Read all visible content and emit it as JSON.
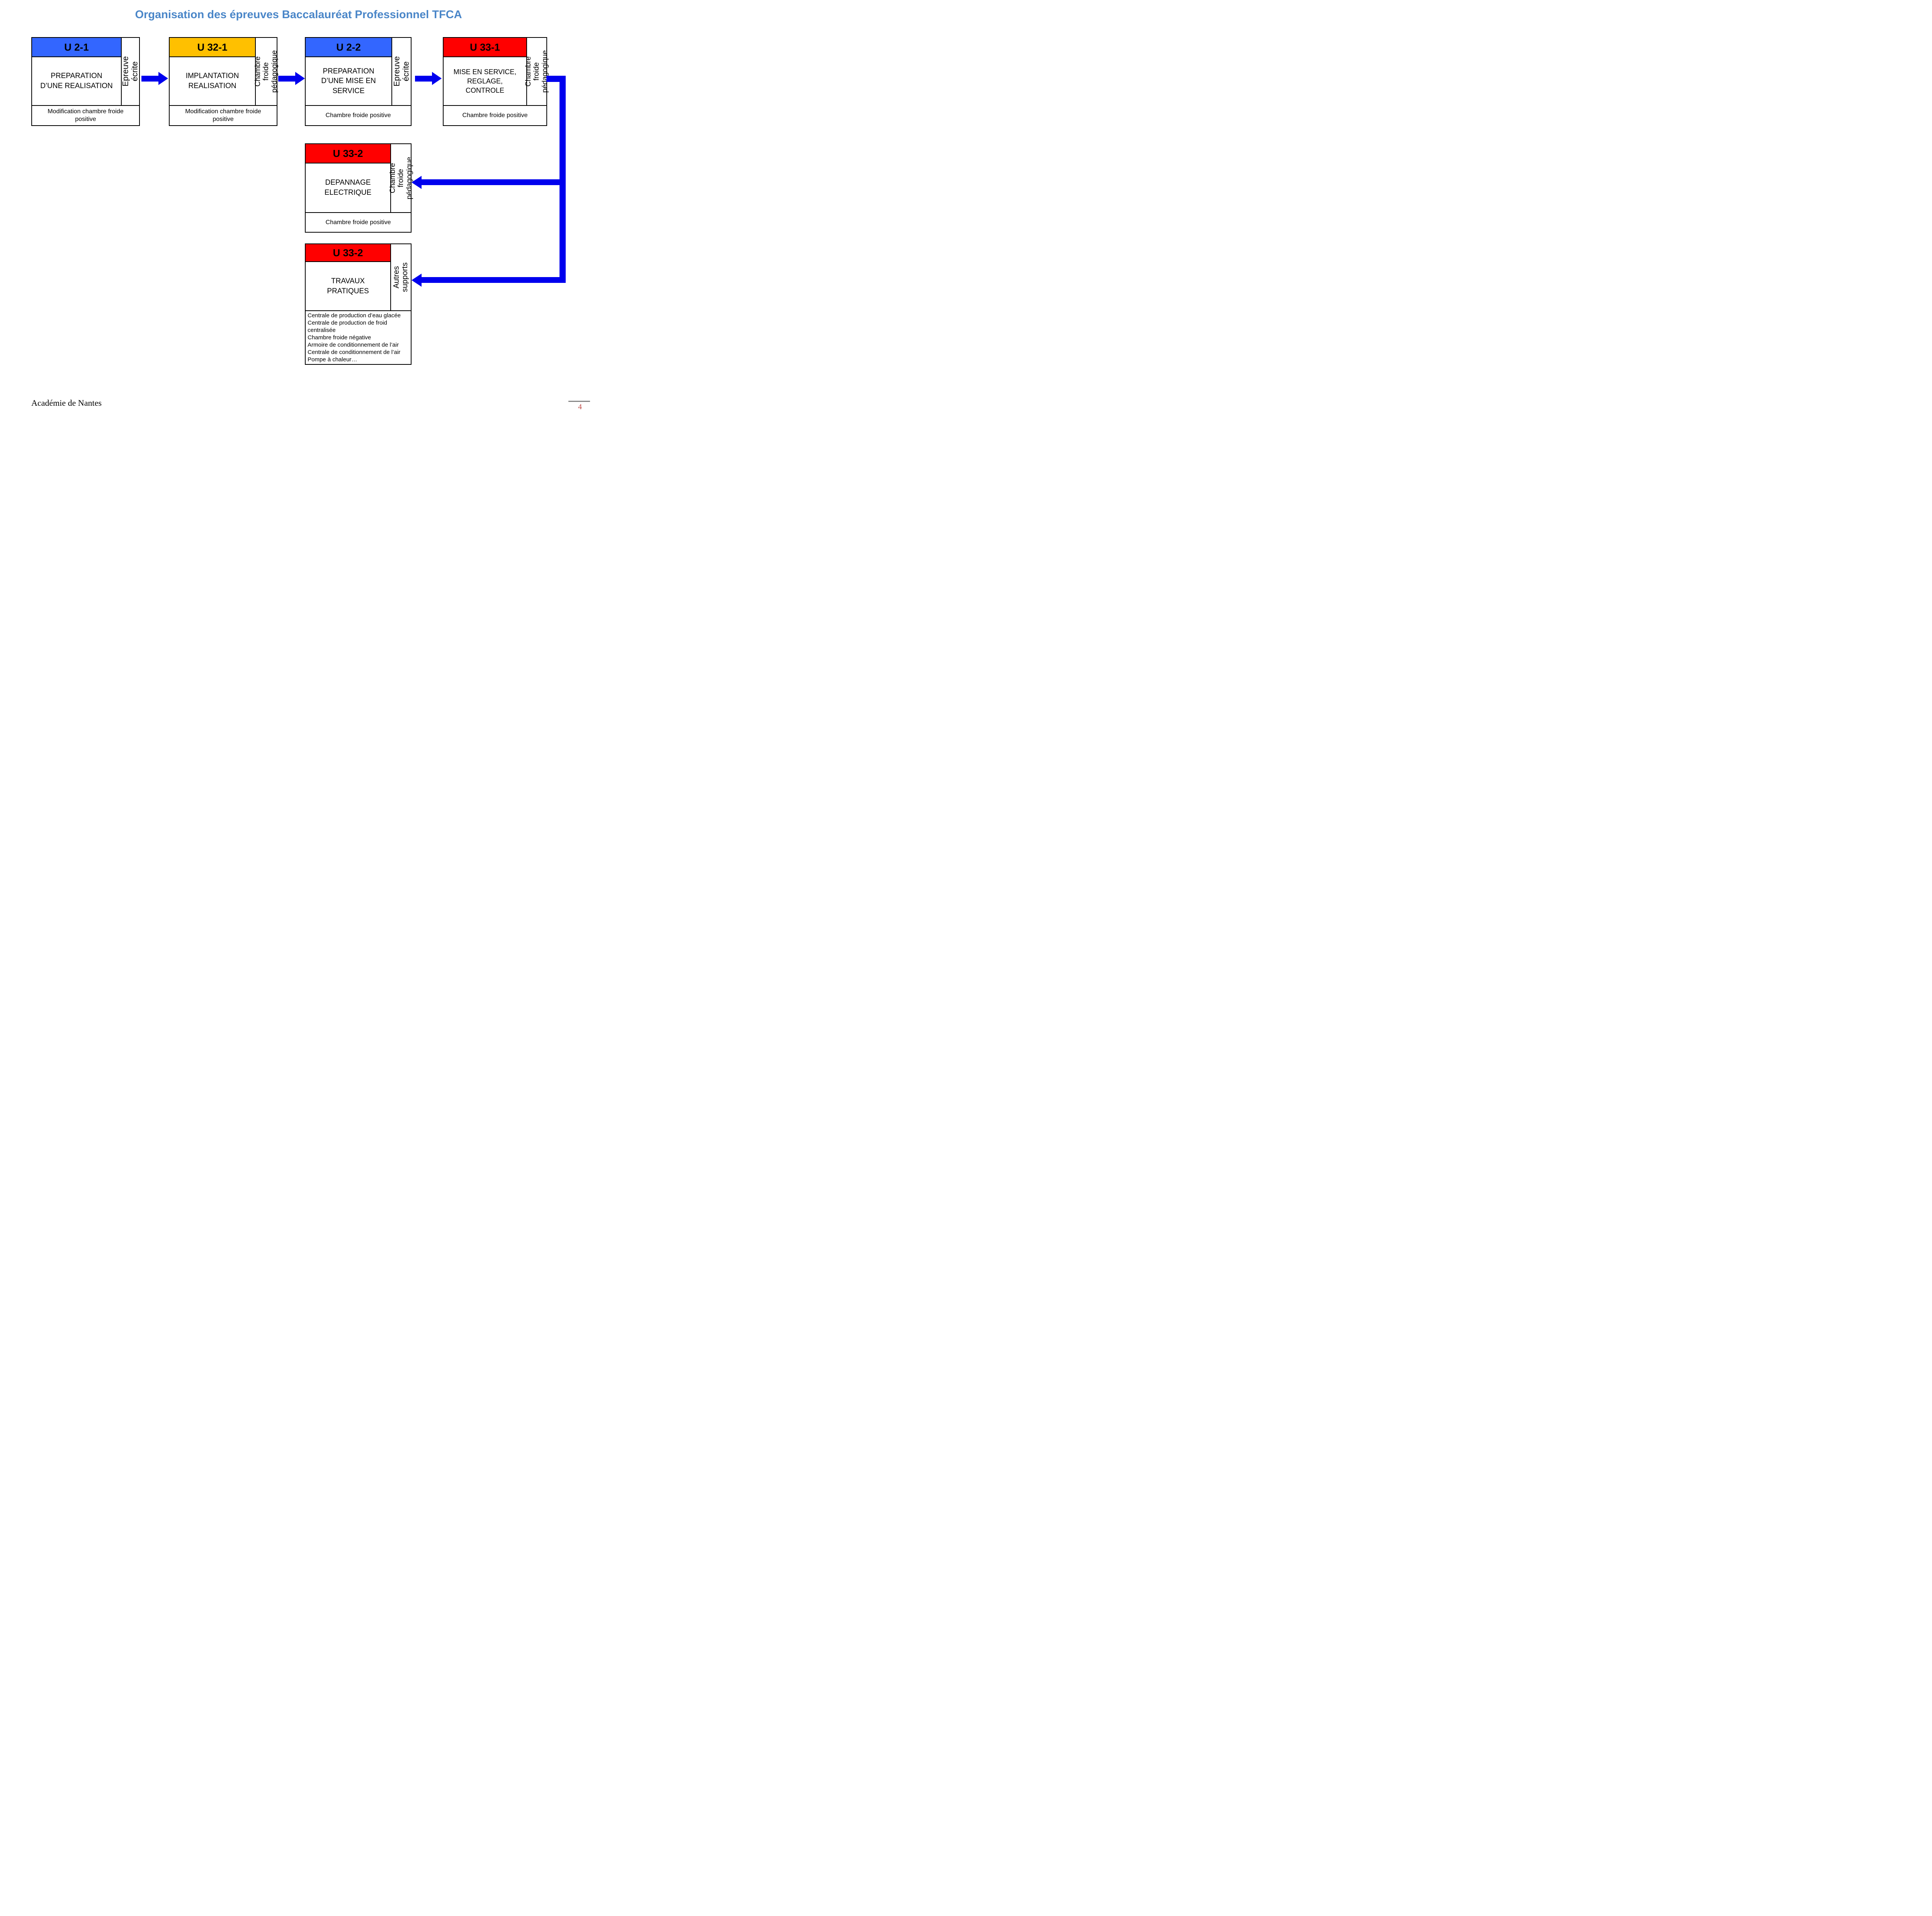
{
  "page": {
    "title": "Organisation des épreuves Baccalauréat Professionnel TFCA",
    "footer_left": "Académie de Nantes",
    "page_number": "4"
  },
  "colors": {
    "title": "#4A86C8",
    "blue_header": "#3366FF",
    "yellow_header": "#FFC000",
    "red_header": "#FF0000",
    "arrow": "#0000EE",
    "page_number": "#C0504D",
    "footer_line": "#888888"
  },
  "boxes": [
    {
      "code": "U 2-1",
      "header_color": "blue_header",
      "body": "PREPARATION\nD’UNE REALISATION",
      "side": "Epreuve écrite",
      "bottom": "Modification chambre froide\npositive"
    },
    {
      "code": "U 32-1",
      "header_color": "yellow_header",
      "body": "IMPLANTATION\nREALISATION",
      "side": "Chambre froide\npédagogique",
      "bottom": "Modification chambre froide\npositive"
    },
    {
      "code": "U 2-2",
      "header_color": "blue_header",
      "body": "PREPARATION\nD’UNE MISE EN\nSERVICE",
      "side": "Epreuve écrite",
      "bottom": "Chambre froide positive"
    },
    {
      "code": "U 33-1",
      "header_color": "red_header",
      "body": "MISE EN SERVICE,\nREGLAGE,\nCONTROLE",
      "side": "Chambre froide\npédagogique",
      "bottom": "Chambre froide positive"
    },
    {
      "code": "U 33-2",
      "header_color": "red_header",
      "body": "DEPANNAGE\nELECTRIQUE",
      "side": "Chambre froide\npédagogique",
      "bottom": "Chambre froide positive"
    },
    {
      "code": "U 33-2",
      "header_color": "red_header",
      "body": "TRAVAUX\nPRATIQUES",
      "side": "Autres supports",
      "bottom_list": [
        "Centrale de production d’eau glacée",
        "Centrale de production de froid centralisée",
        "Chambre froide négative",
        "Armoire de conditionnement de l’air",
        "Centrale de conditionnement de l’air",
        "Pompe à chaleur…"
      ]
    }
  ]
}
